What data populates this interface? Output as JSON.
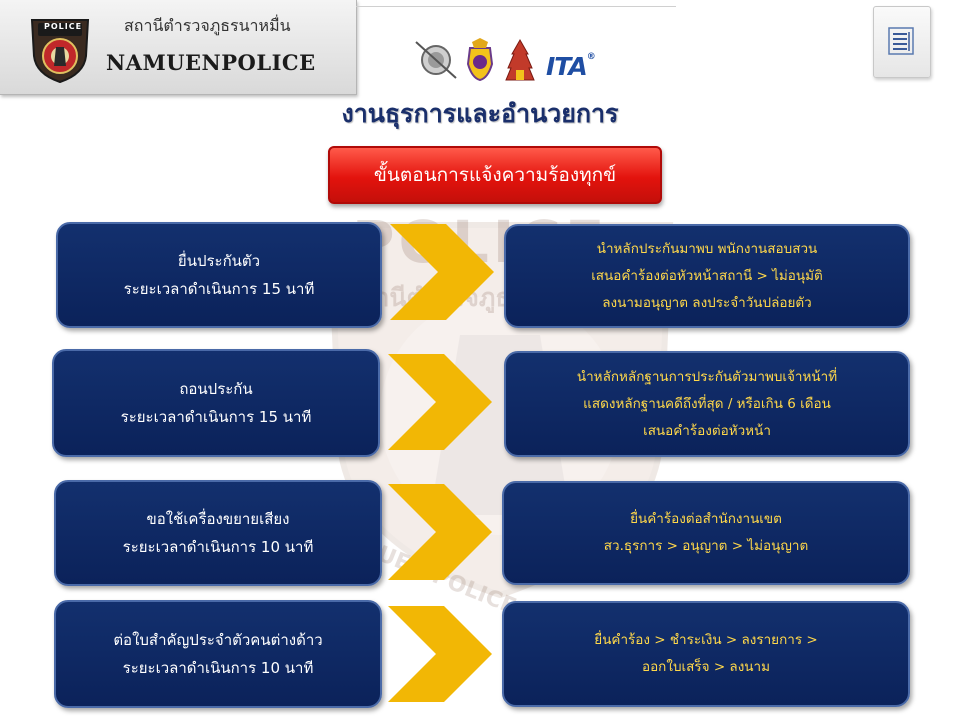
{
  "header": {
    "station_thai": "สถานีตำรวจภูธรนาหมื่น",
    "station_name": "NAMUENPOLICE",
    "badge_text": "POLICE"
  },
  "logos": {
    "itax_label": "ITA",
    "itax_mark": "®"
  },
  "page_title": "งานธุรการและอำนวยการ",
  "section_title": "ขั้นตอนการแจ้งความร้องทุกข์",
  "watermark": {
    "line1": "POLICE",
    "line2": "สถานีตำรวจภูธรนาหมื่น",
    "line3": "NAMUEN POLICE STATION"
  },
  "rows": [
    {
      "service": [
        "ยื่นประกันตัว",
        "ระยะเวลาดำเนินการ 15 นาที"
      ],
      "steps": [
        "นำหลักประกันมาพบ  พนักงานสอบสวน",
        "เสนอคำร้องต่อหัวหน้าสถานี > ไม่อนุมัติ",
        "ลงนามอนุญาต ลงประจำวันปล่อยตัว"
      ]
    },
    {
      "service": [
        "ถอนประกัน",
        "ระยะเวลาดำเนินการ 15 นาที"
      ],
      "steps": [
        "นำหลักหลักฐานการประกันตัวมาพบเจ้าหน้าที่",
        "แสดงหลักฐานคดีถึงที่สุด / หรือเกิน 6 เดือน",
        "เสนอคำร้องต่อหัวหน้า"
      ]
    },
    {
      "service": [
        "ขอใช้เครื่องขยายเสียง",
        "ระยะเวลาดำเนินการ 10 นาที"
      ],
      "steps": [
        "ยื่นคำร้องต่อสำนักงานเขต",
        "สว.ธุรการ > อนุญาต > ไม่อนุญาต"
      ]
    },
    {
      "service": [
        "ต่อใบสำคัญประจำตัวคนต่างด้าว",
        "ระยะเวลาดำเนินการ 10 นาที"
      ],
      "steps": [
        "ยื่นคำร้อง > ชำระเงิน > ลงรายการ >",
        "ออกใบเสร็จ > ลงนาม"
      ]
    }
  ],
  "colors": {
    "box_fill": "#0b225a",
    "step_text": "#ffd84a",
    "arrow": "#f2b705",
    "banner": "#e3130d",
    "title": "#1a2f6b"
  },
  "icons": [
    "police-badge-icon",
    "royal-emblem-icon",
    "ministry-emblem-icon",
    "temple-icon",
    "document-menu-icon",
    "chevron-arrow-icon"
  ]
}
